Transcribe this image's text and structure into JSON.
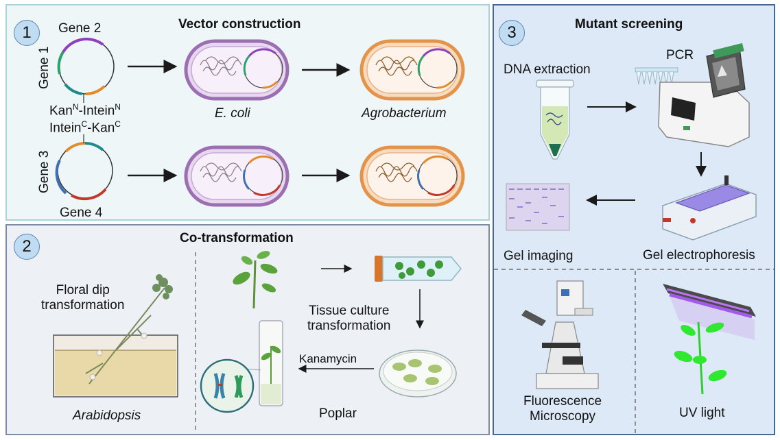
{
  "panel1": {
    "number": "1",
    "title": "Vector construction",
    "gene1": "Gene 1",
    "gene2": "Gene 2",
    "gene3": "Gene 3",
    "gene4": "Gene 4",
    "kan_n": {
      "a": "Kan",
      "a_sup": "N",
      "b": "-Intein",
      "b_sup": "N"
    },
    "intein_c": {
      "a": "Intein",
      "a_sup": "C",
      "b": "-Kan",
      "b_sup": "C"
    },
    "ecoli": "E. coli",
    "agro": "Agrobacterium"
  },
  "panel2": {
    "number": "2",
    "title": "Co-transformation",
    "floral_dip": "Floral dip\ntransformation",
    "arabidopsis": "Arabidopsis",
    "tissue_culture": "Tissue culture\ntransformation",
    "kanamycin": "Kanamycin",
    "poplar": "Poplar"
  },
  "panel3": {
    "number": "3",
    "title": "Mutant screening",
    "dna_extraction": "DNA extraction",
    "pcr": "PCR",
    "gel_imaging": "Gel imaging",
    "gel_electrophoresis": "Gel electrophoresis",
    "fluorescence": "Fluorescence\nMicroscopy",
    "uv": "UV light"
  },
  "colors": {
    "purple": "#8e3fc0",
    "green": "#2aa36a",
    "teal": "#1f8a8a",
    "orange": "#e38b2c",
    "blue": "#3f6fb3",
    "red": "#c0392b",
    "ecoli_border": "#9b6fb2",
    "agro_border": "#e3944a"
  }
}
